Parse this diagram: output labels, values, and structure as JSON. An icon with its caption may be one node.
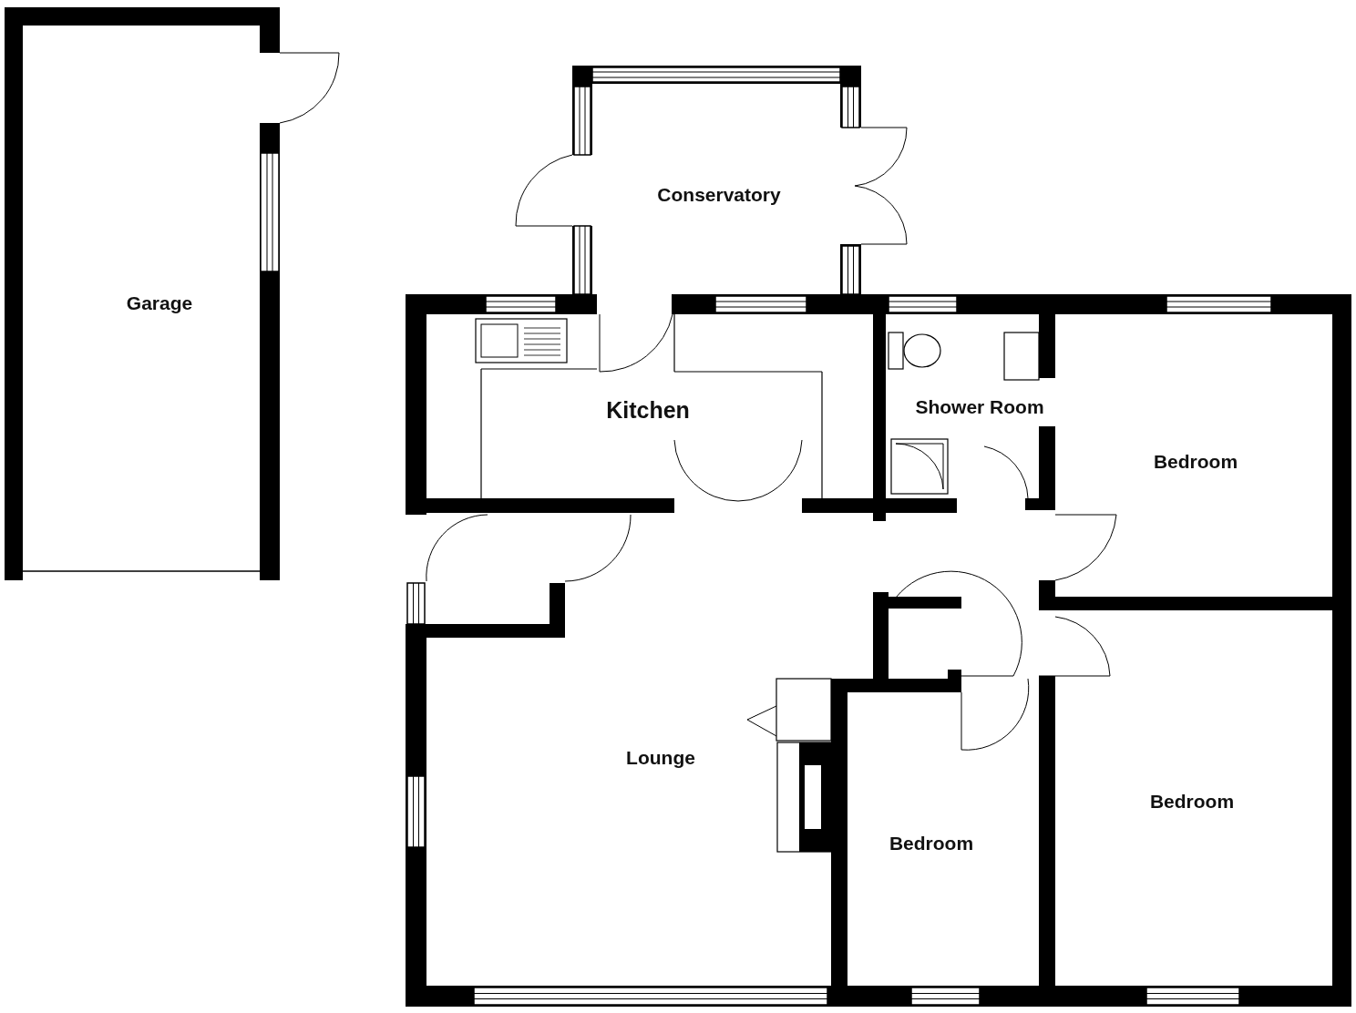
{
  "diagram": {
    "nodes": [
      {
        "text": [
          "Garage"
        ]
      },
      {
        "text": [
          "Conservatory"
        ]
      },
      {
        "text": [
          "Kitchen"
        ]
      },
      {
        "text": [
          "Shower Room"
        ]
      },
      {
        "text": [
          "Bedroom"
        ]
      },
      {
        "text": [
          "Lounge"
        ]
      },
      {
        "text": [
          "Bedroom"
        ]
      },
      {
        "text": [
          "Bedroom"
        ]
      }
    ]
  }
}
